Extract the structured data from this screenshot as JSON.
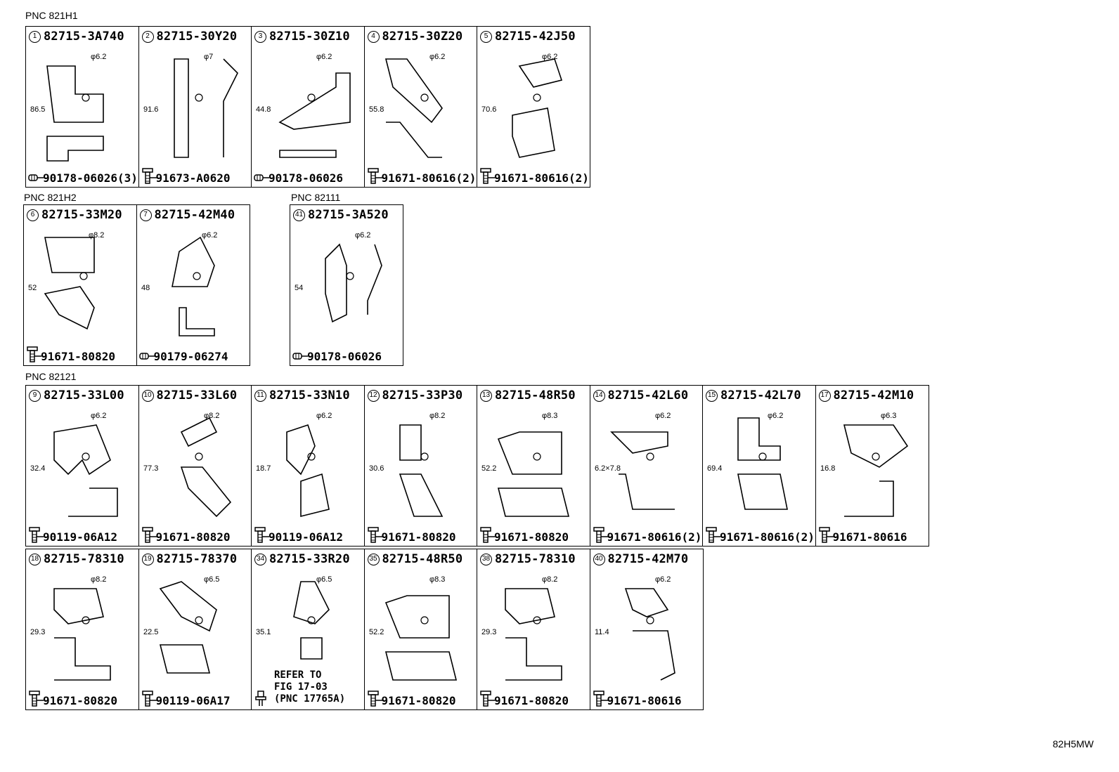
{
  "sections": [
    {
      "label": "PNC 821H1"
    },
    {
      "label": "PNC 821H2"
    },
    {
      "label": "PNC 82111"
    },
    {
      "label": "PNC 82121"
    }
  ],
  "footer_code": "82H5MW",
  "cells": [
    {
      "num": "1",
      "part": "82715-3A740",
      "fastener": "90178-06026(3)",
      "fastener_type": "nut",
      "dims": [
        "86.5",
        "φ6.2"
      ]
    },
    {
      "num": "2",
      "part": "82715-30Y20",
      "fastener": "91673-A0620",
      "fastener_type": "bolt",
      "dims": [
        "91.6",
        "φ7"
      ]
    },
    {
      "num": "3",
      "part": "82715-30Z10",
      "fastener": "90178-06026",
      "fastener_type": "nut",
      "dims": [
        "44.8",
        "φ6.2"
      ]
    },
    {
      "num": "4",
      "part": "82715-30Z20",
      "fastener": "91671-80616(2)",
      "fastener_type": "bolt",
      "dims": [
        "55.8",
        "φ6.2"
      ]
    },
    {
      "num": "5",
      "part": "82715-42J50",
      "fastener": "91671-80616(2)",
      "fastener_type": "bolt",
      "dims": [
        "70.6",
        "φ6.2"
      ]
    },
    {
      "num": "6",
      "part": "82715-33M20",
      "fastener": "91671-80820",
      "fastener_type": "bolt",
      "dims": [
        "52",
        "φ8.2"
      ]
    },
    {
      "num": "7",
      "part": "82715-42M40",
      "fastener": "90179-06274",
      "fastener_type": "nut",
      "dims": [
        "48",
        "φ6.2"
      ]
    },
    {
      "num": "41",
      "part": "82715-3A520",
      "fastener": "90178-06026",
      "fastener_type": "nut",
      "dims": [
        "54",
        "φ6.2"
      ]
    },
    {
      "num": "9",
      "part": "82715-33L00",
      "fastener": "90119-06A12",
      "fastener_type": "bolt",
      "dims": [
        "32.4",
        "φ6.2"
      ]
    },
    {
      "num": "10",
      "part": "82715-33L60",
      "fastener": "91671-80820",
      "fastener_type": "bolt",
      "dims": [
        "77.3",
        "φ8.2"
      ]
    },
    {
      "num": "11",
      "part": "82715-33N10",
      "fastener": "90119-06A12",
      "fastener_type": "bolt",
      "dims": [
        "18.7",
        "φ6.2"
      ]
    },
    {
      "num": "12",
      "part": "82715-33P30",
      "fastener": "91671-80820",
      "fastener_type": "bolt",
      "dims": [
        "30.6",
        "φ8.2"
      ]
    },
    {
      "num": "13",
      "part": "82715-48R50",
      "fastener": "91671-80820",
      "fastener_type": "bolt",
      "dims": [
        "52.2",
        "φ8.3"
      ]
    },
    {
      "num": "14",
      "part": "82715-42L60",
      "fastener": "91671-80616(2)",
      "fastener_type": "bolt",
      "dims": [
        "6.2×7.8",
        "φ6.2"
      ]
    },
    {
      "num": "15",
      "part": "82715-42L70",
      "fastener": "91671-80616(2)",
      "fastener_type": "bolt",
      "dims": [
        "69.4",
        "φ6.2"
      ]
    },
    {
      "num": "17",
      "part": "82715-42M10",
      "fastener": "91671-80616",
      "fastener_type": "bolt",
      "dims": [
        "16.8",
        "φ6.3"
      ]
    },
    {
      "num": "18",
      "part": "82715-78310",
      "fastener": "91671-80820",
      "fastener_type": "bolt",
      "dims": [
        "29.3",
        "φ8.2"
      ]
    },
    {
      "num": "19",
      "part": "82715-78370",
      "fastener": "90119-06A17",
      "fastener_type": "bolt",
      "dims": [
        "22.5",
        "φ6.5"
      ]
    },
    {
      "num": "34",
      "part": "82715-33R20",
      "fastener": "",
      "fastener_type": "clip",
      "refer": "REFER TO\nFIG 17-03\n(PNC 17765A)",
      "dims": [
        "35.1",
        "φ6.5"
      ]
    },
    {
      "num": "35",
      "part": "82715-48R50",
      "fastener": "91671-80820",
      "fastener_type": "bolt",
      "dims": [
        "52.2",
        "φ8.3"
      ]
    },
    {
      "num": "38",
      "part": "82715-78310",
      "fastener": "91671-80820",
      "fastener_type": "bolt",
      "dims": [
        "29.3",
        "φ8.2"
      ]
    },
    {
      "num": "40",
      "part": "82715-42M70",
      "fastener": "91671-80616",
      "fastener_type": "bolt",
      "dims": [
        "11.4",
        "φ6.2"
      ]
    }
  ]
}
